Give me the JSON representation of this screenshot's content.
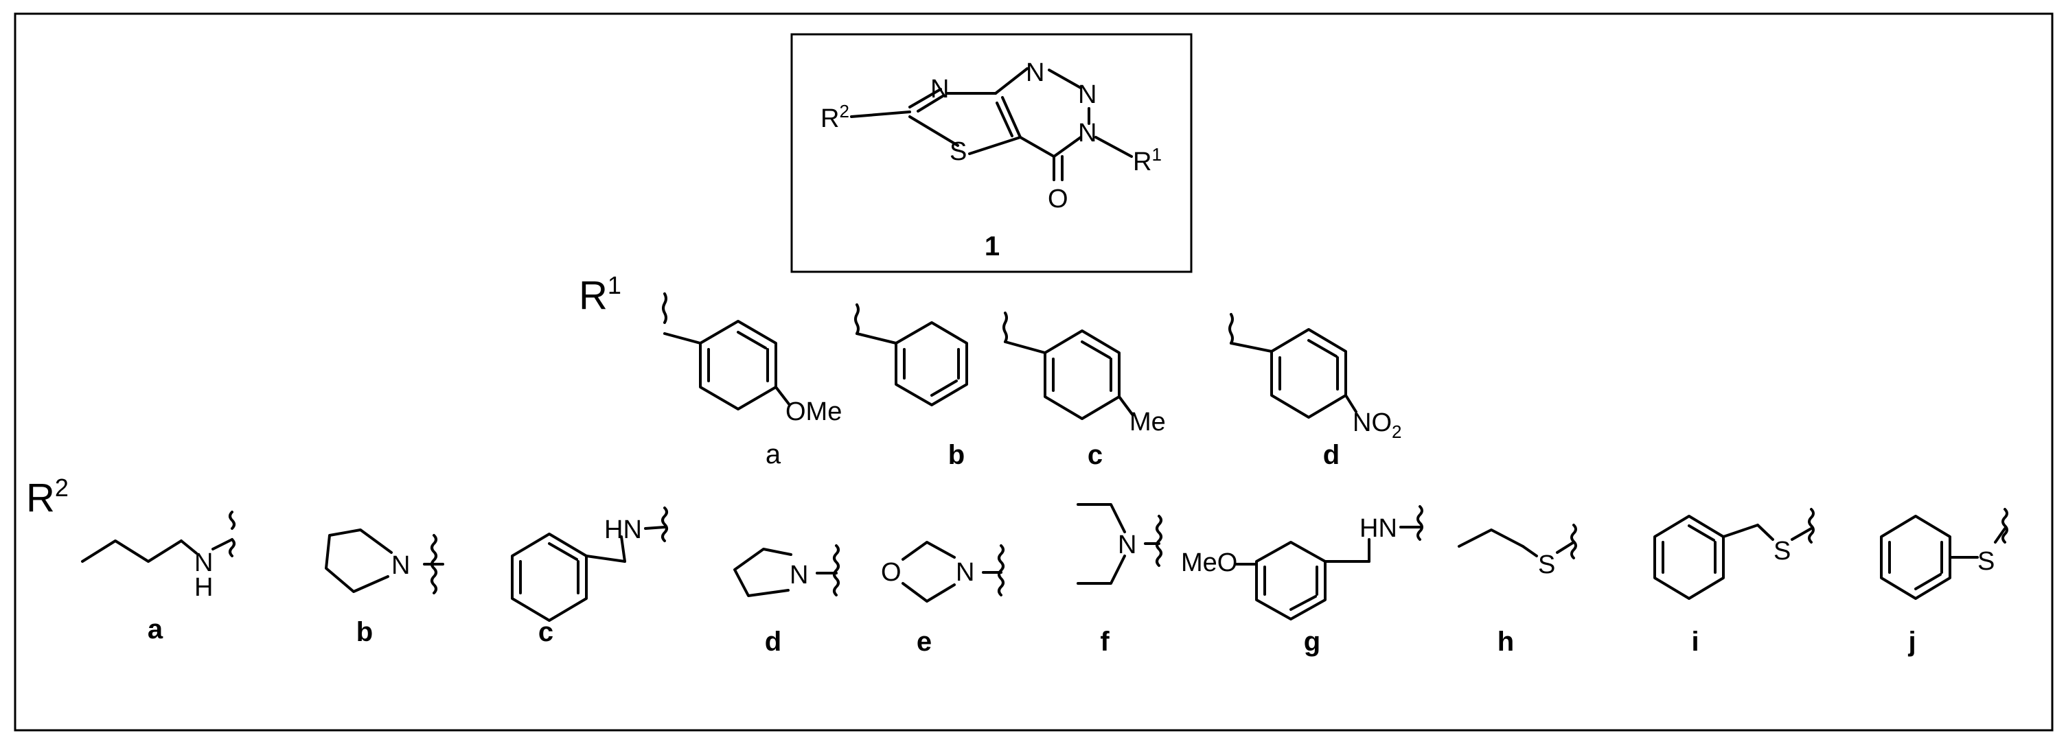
{
  "compound": {
    "number": "1",
    "atoms": {
      "n": "N",
      "s": "S",
      "o": "O"
    },
    "r1": "R",
    "r1_sup": "1",
    "r2": "R",
    "r2_sup": "2"
  },
  "r1_section": {
    "heading": "R",
    "heading_sup": "1",
    "substituents": [
      {
        "id": "a",
        "group": "OMe"
      },
      {
        "id": "b"
      },
      {
        "id": "c",
        "group": "Me"
      },
      {
        "id": "d",
        "group": "NO",
        "group_sub": "2"
      }
    ]
  },
  "r2_section": {
    "heading": "R",
    "heading_sup": "2",
    "substituents": [
      {
        "id": "a",
        "atom": "N",
        "atom_h": "H"
      },
      {
        "id": "b",
        "atom": "N"
      },
      {
        "id": "c",
        "atom": "HN"
      },
      {
        "id": "d",
        "atom": "N"
      },
      {
        "id": "e",
        "atom": "N",
        "atom2": "O"
      },
      {
        "id": "f",
        "atom": "N"
      },
      {
        "id": "g",
        "atom": "HN",
        "group": "MeO"
      },
      {
        "id": "h",
        "atom": "S"
      },
      {
        "id": "i",
        "atom": "S"
      },
      {
        "id": "j",
        "atom": "S"
      }
    ]
  }
}
